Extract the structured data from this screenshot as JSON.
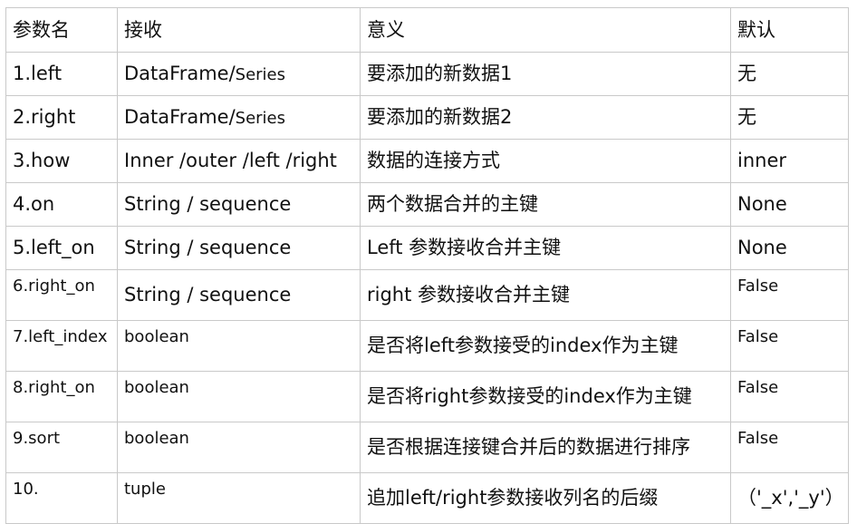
{
  "table": {
    "headers": [
      "参数名",
      "接收",
      "意义",
      "默认"
    ],
    "rows": [
      {
        "param": "1.left",
        "accept_main": "DataFrame/",
        "accept_small": "Series",
        "meaning": "要添加的新数据1",
        "default": "无"
      },
      {
        "param": "2.right",
        "accept_main": "DataFrame/",
        "accept_small": "Series",
        "meaning": "要添加的新数据2",
        "default": "无"
      },
      {
        "param": "3.how",
        "accept_main": "Inner /outer /left /right",
        "accept_small": "",
        "meaning": "数据的连接方式",
        "default": "inner"
      },
      {
        "param": "4.on",
        "accept_main": "String / sequence",
        "accept_small": "",
        "meaning": "两个数据合并的主键",
        "default": "None"
      },
      {
        "param": "5.left_on",
        "accept_main": "String / sequence",
        "accept_small": "",
        "meaning": "Left 参数接收合并主键",
        "default": "None"
      },
      {
        "param": "6.right_on",
        "accept_main": "String / sequence",
        "accept_small": "",
        "meaning": "right 参数接收合并主键",
        "default": "False"
      },
      {
        "param": "7.left_index",
        "accept_main": "boolean",
        "accept_small": "",
        "meaning": "是否将left参数接受的index作为主键",
        "default": "False"
      },
      {
        "param": "8.right_on",
        "accept_main": "boolean",
        "accept_small": "",
        "meaning": "是否将right参数接受的index作为主键",
        "default": "False"
      },
      {
        "param": "9.sort",
        "accept_main": "boolean",
        "accept_small": "",
        "meaning": "是否根据连接键合并后的数据进行排序",
        "default": "False"
      },
      {
        "param": "10.",
        "accept_main": "tuple",
        "accept_small": "",
        "meaning": "追加left/right参数接收列名的后缀",
        "default": "（'_x','_y'）"
      }
    ]
  }
}
